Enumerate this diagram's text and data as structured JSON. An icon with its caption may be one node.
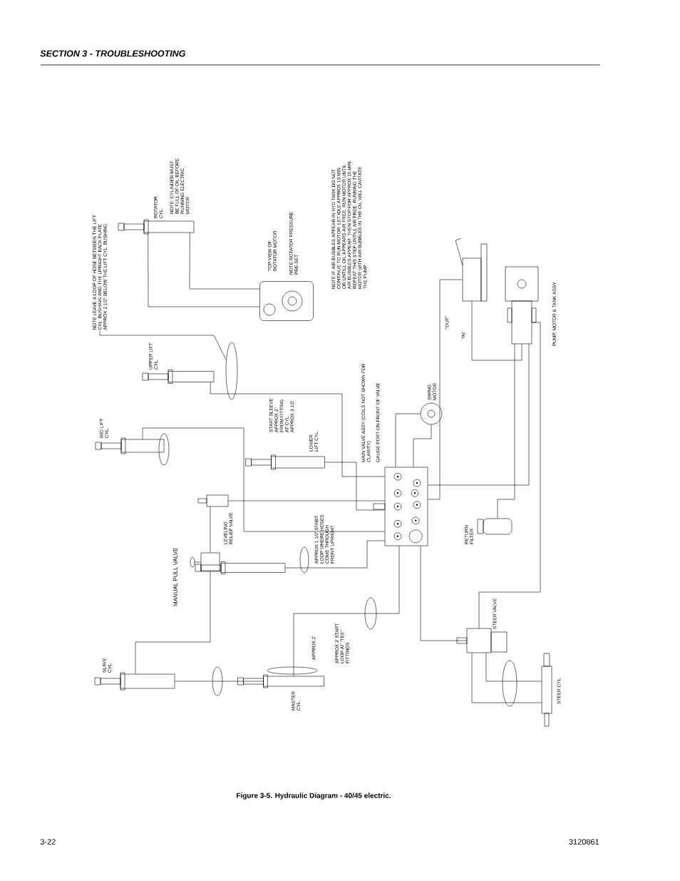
{
  "diagram": {
    "title": "SECTION 3 - TROUBLESHOOTING",
    "caption": "Figure 3-5.  Hydraulic Diagram - 40/45 electric.",
    "nodes": [
      {
        "text": [
          "ROTATOR CYL."
        ],
        "beside": [
          "NOTE: CYLINDER MUST BE FULL OF OIL BEFORE RUNNING ELECTRIC MOTOR"
        ]
      },
      {
        "text": [
          "TOP VIEW OF ROTATOR MOTOR"
        ]
      },
      {
        "text": [],
        "shape": "picture"
      },
      {
        "text": [
          "PUMP, MOTOR & TANK ASSY"
        ]
      },
      {
        "text": [
          "UPPER LIFT CYL."
        ]
      },
      {
        "text": [
          "MID LIFT CYL."
        ]
      },
      {
        "text": [
          "LOWER LIFT CYL."
        ]
      },
      {
        "text": [
          "LEVELING RELIEF VALVE"
        ]
      },
      {
        "text": [
          "MAIN VALVE ASSY (COILS NOT SHOWN FOR CLARITY)",
          "GAUGE PORT ON FRONT OF VALVE"
        ]
      },
      {
        "text": [
          "SWING MOTOR"
        ]
      },
      {
        "text": [
          "MANUAL PULL VALVE"
        ]
      },
      {
        "text": [],
        "shape": "cylinder"
      },
      {
        "text": [
          "RETURN FILTER"
        ]
      },
      {
        "text": [
          "SLAVE CYL."
        ]
      },
      {
        "text": [
          "MASTER CYL."
        ]
      },
      {
        "text": [
          "STEER VALVE"
        ]
      },
      {
        "text": [
          "STEER CYL."
        ]
      },
      {
        "text": [
          "NOTE LEAVE A LOOP OF HOSE BETWEEN THE LIFT CYL. BUSHING AND THE UPRIGHT BACK PLATE APPROX 2 1/2\" BELOW THE LIFT CYL. BUSHING"
        ]
      },
      {
        "text": [],
        "shape": "circle"
      }
    ],
    "edges": [
      {
        "from": 0,
        "to": 1,
        "arrow": "none"
      },
      {
        "from": 0,
        "to": 1,
        "arrow": "none"
      },
      {
        "from": 2,
        "to": 3,
        "arrow": "none",
        "label": "\"IN\""
      },
      {
        "from": 2,
        "to": 8,
        "arrow": "none",
        "label": "\"OUT\""
      },
      {
        "from": 3,
        "to": 8,
        "arrow": "none"
      },
      {
        "from": 12,
        "to": 3,
        "arrow": "none"
      },
      {
        "from": 9,
        "to": 8,
        "arrow": "none"
      },
      {
        "from": 9,
        "to": 8,
        "arrow": "none"
      },
      {
        "from": 4,
        "to": 8,
        "arrow": "none"
      },
      {
        "from": 5,
        "to": 8,
        "arrow": "none"
      },
      {
        "from": 6,
        "to": 8,
        "arrow": "none"
      },
      {
        "from": 7,
        "to": 8,
        "arrow": "none"
      },
      {
        "from": 10,
        "to": 13,
        "arrow": "none"
      },
      {
        "from": 10,
        "to": 7,
        "arrow": "none"
      },
      {
        "from": 11,
        "to": 8,
        "arrow": "none"
      },
      {
        "from": 13,
        "to": 14,
        "arrow": "none"
      },
      {
        "from": 14,
        "to": 8,
        "arrow": "none"
      },
      {
        "from": 15,
        "to": 8,
        "arrow": "none"
      },
      {
        "from": 15,
        "to": 16,
        "arrow": "none"
      },
      {
        "from": 15,
        "to": 16,
        "arrow": "none"
      },
      {
        "from": 15,
        "to": 3,
        "arrow": "none"
      },
      {
        "from": 17,
        "to": 18,
        "arrow": "none"
      }
    ],
    "labels": [
      "NOTE ROTATOR PRESSURE PRE-SET",
      "NOTE IF AIR BUBBLES APPEAR IN HYD TANK DO NOT CONTINUE TO RUN MOTOR. LET IDLE APPROX 10 MIN. OR UNTILL OIL APPEARS AIR FREE. RUN MOTOR UNTIL AIR BUBBLES APPEAR. THEN STOP FOR APPROX 10 MIN. REPEAT THIS STEP UNTILL AIR FREE. RUNNING THE MOTOR WITH AIR BUBBLES IN THE OIL WILL CAVITATE THE PUMP",
      "START SLEEVE APPROX 2\" FROM FITTING AT CYL. APPROX 3 1/2'",
      "APPROX 1 1/2' START LOOP WHERE HOSES COME THROUGH FRONT UPRIGHT",
      "APPROX 2'",
      "APPROX 3' START LOOP AT \"TEE\" FITTINGS",
      "3-22",
      "3120861"
    ]
  }
}
